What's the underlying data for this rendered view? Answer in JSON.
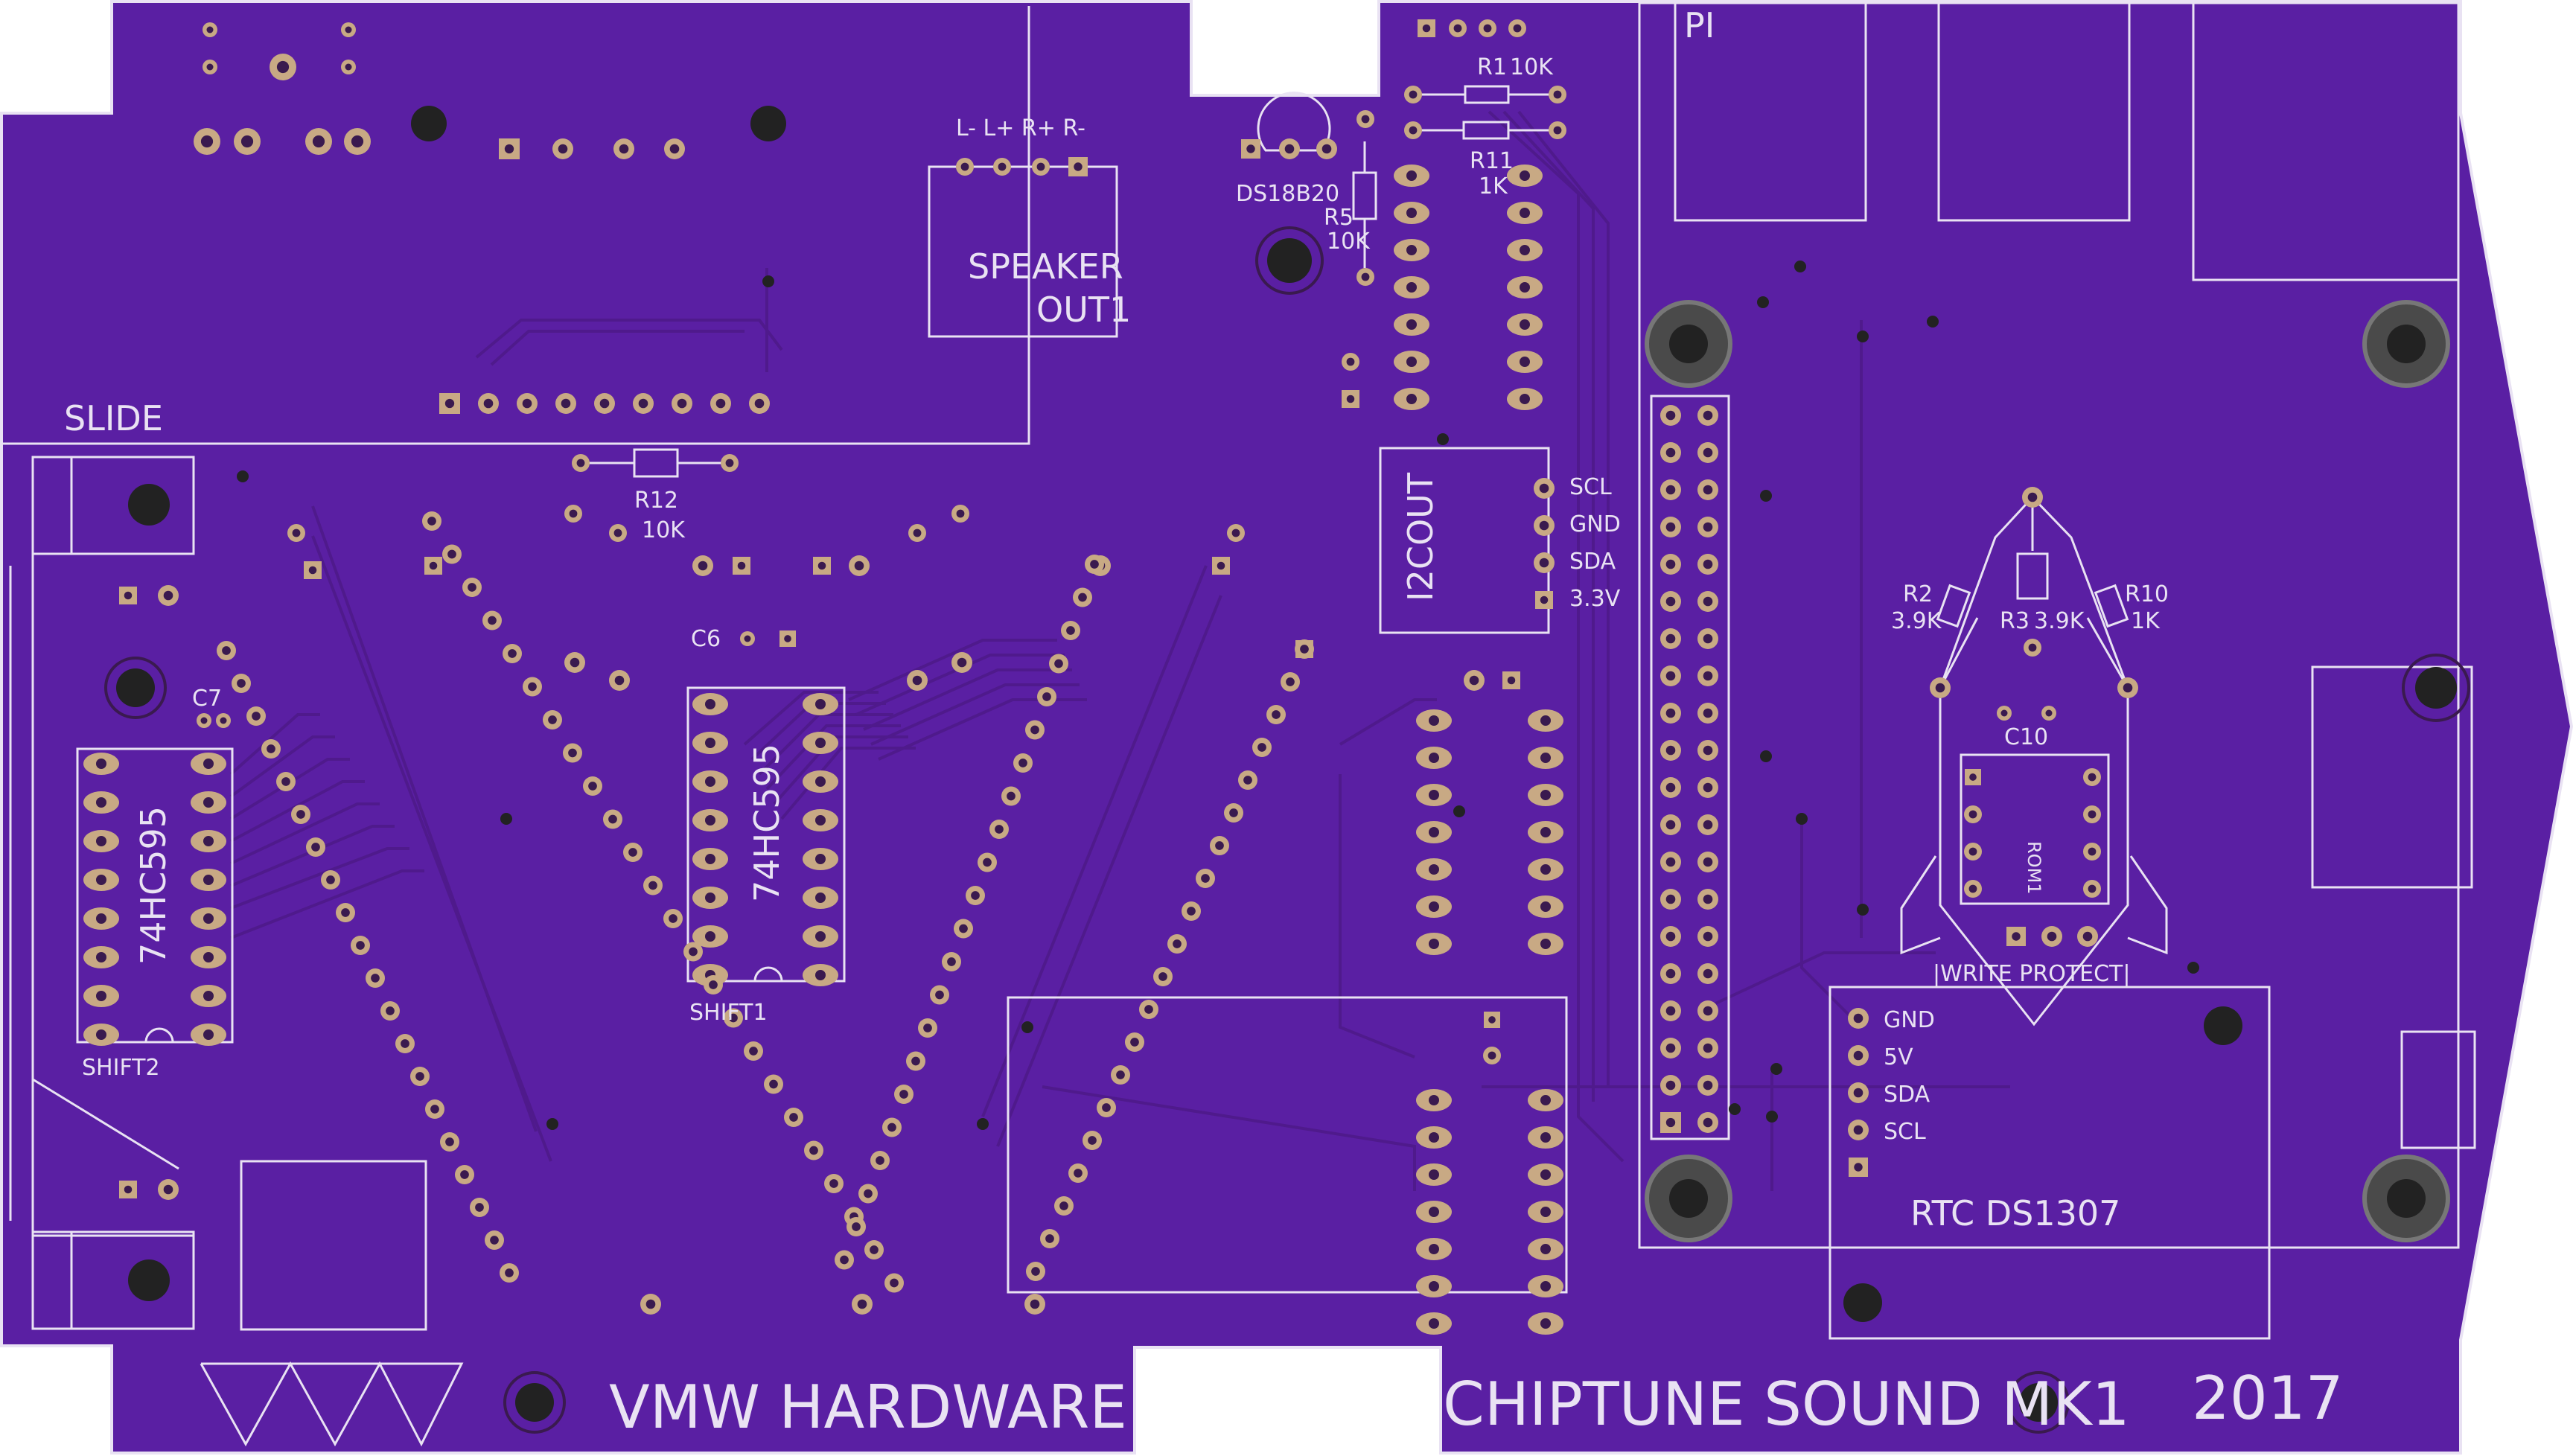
{
  "board": {
    "colors": {
      "substrate": "#5a1fa3",
      "silkscreen": "#e9e2f3",
      "pads": "#c8a984",
      "holes": "#4a4a4a",
      "traces": "#4f1a8c"
    },
    "labels": {
      "slide": "SLIDE",
      "pi": "PI",
      "speaker_1": "SPEAKER",
      "speaker_2": "OUT1",
      "speaker_pins": "L- L+  R+ R-",
      "ds18b20": "DS18B20",
      "r1": "R1",
      "r1_val": "10K",
      "r11": "R11",
      "r11_val": "1K",
      "r5": "R5",
      "r5_val": "10K",
      "r12": "R12",
      "r12_val": "10K",
      "c6": "C6",
      "c7": "C7",
      "c10": "C10",
      "ic1": "74HC595",
      "ic2": "74HC595",
      "shift1": "SHIFT1",
      "shift2": "SHIFT2",
      "i2cout": "I2COUT",
      "i2c_scl": "SCL",
      "i2c_gnd": "GND",
      "i2c_sda": "SDA",
      "i2c_33v": "3.3V",
      "r2": "R2",
      "r2_val": "3.9K",
      "r3": "R3",
      "r3_val": "3.9K",
      "r10": "R10",
      "r10_val": "1K",
      "rom": "ROM1",
      "write_protect": "|WRITE PROTECT|",
      "rtc_gnd": "GND",
      "rtc_5v": "5V",
      "rtc_sda": "SDA",
      "rtc_scl": "SCL",
      "rtc": "RTC  DS1307",
      "brand": "VMW HARDWARE",
      "product": "CHIPTUNE SOUND MK1",
      "year": "2017"
    }
  }
}
